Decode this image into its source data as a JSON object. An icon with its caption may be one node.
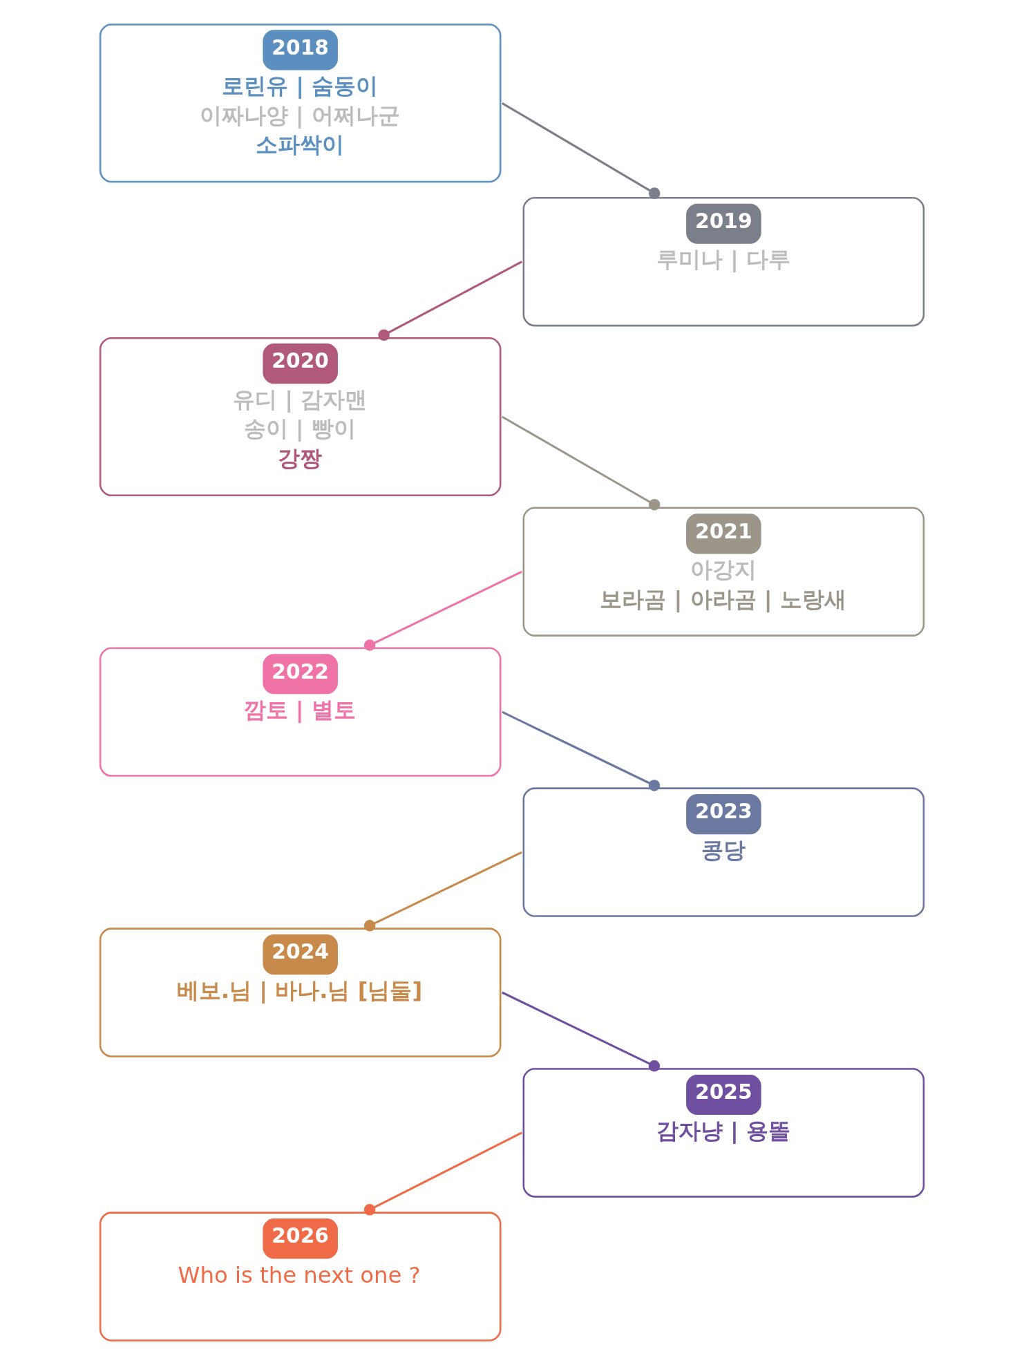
{
  "diagram": {
    "nodes": [
      {
        "text": [
          "2018",
          "로린유 | 숨동이",
          "이짜나양 | 어쩌나군",
          "소파싹이"
        ]
      },
      {
        "text": [
          "2019",
          "루미나 | 다루"
        ]
      },
      {
        "text": [
          "2020",
          "유디 | 감자맨",
          "송이 | 빵이",
          "강짱"
        ]
      },
      {
        "text": [
          "2021",
          "아강지",
          "보라곰 | 아라곰 | 노랑새"
        ]
      },
      {
        "text": [
          "2022",
          "깜토 | 별토"
        ]
      },
      {
        "text": [
          "2023",
          "콩당"
        ]
      },
      {
        "text": [
          "2024",
          "베보.님 | 바나.님 [님둘]"
        ]
      },
      {
        "text": [
          "2025",
          "감자냥 | 용똘"
        ]
      },
      {
        "text": [
          "2026",
          "Who is the next one ?"
        ]
      }
    ],
    "edges": [
      {
        "from": 0,
        "to": 1,
        "arrow": "other",
        "color": "#7b7f8a"
      },
      {
        "from": 1,
        "to": 2,
        "arrow": "other",
        "color": "#b0597a"
      },
      {
        "from": 2,
        "to": 3,
        "arrow": "other",
        "color": "#9b958a"
      },
      {
        "from": 3,
        "to": 4,
        "arrow": "other",
        "color": "#ef73a6"
      },
      {
        "from": 4,
        "to": 5,
        "arrow": "other",
        "color": "#6b79a0"
      },
      {
        "from": 5,
        "to": 6,
        "arrow": "other",
        "color": "#c88a4b"
      },
      {
        "from": 6,
        "to": 7,
        "arrow": "other",
        "color": "#6f4f9f"
      },
      {
        "from": 7,
        "to": 8,
        "arrow": "other",
        "color": "#ef6a46"
      }
    ]
  }
}
